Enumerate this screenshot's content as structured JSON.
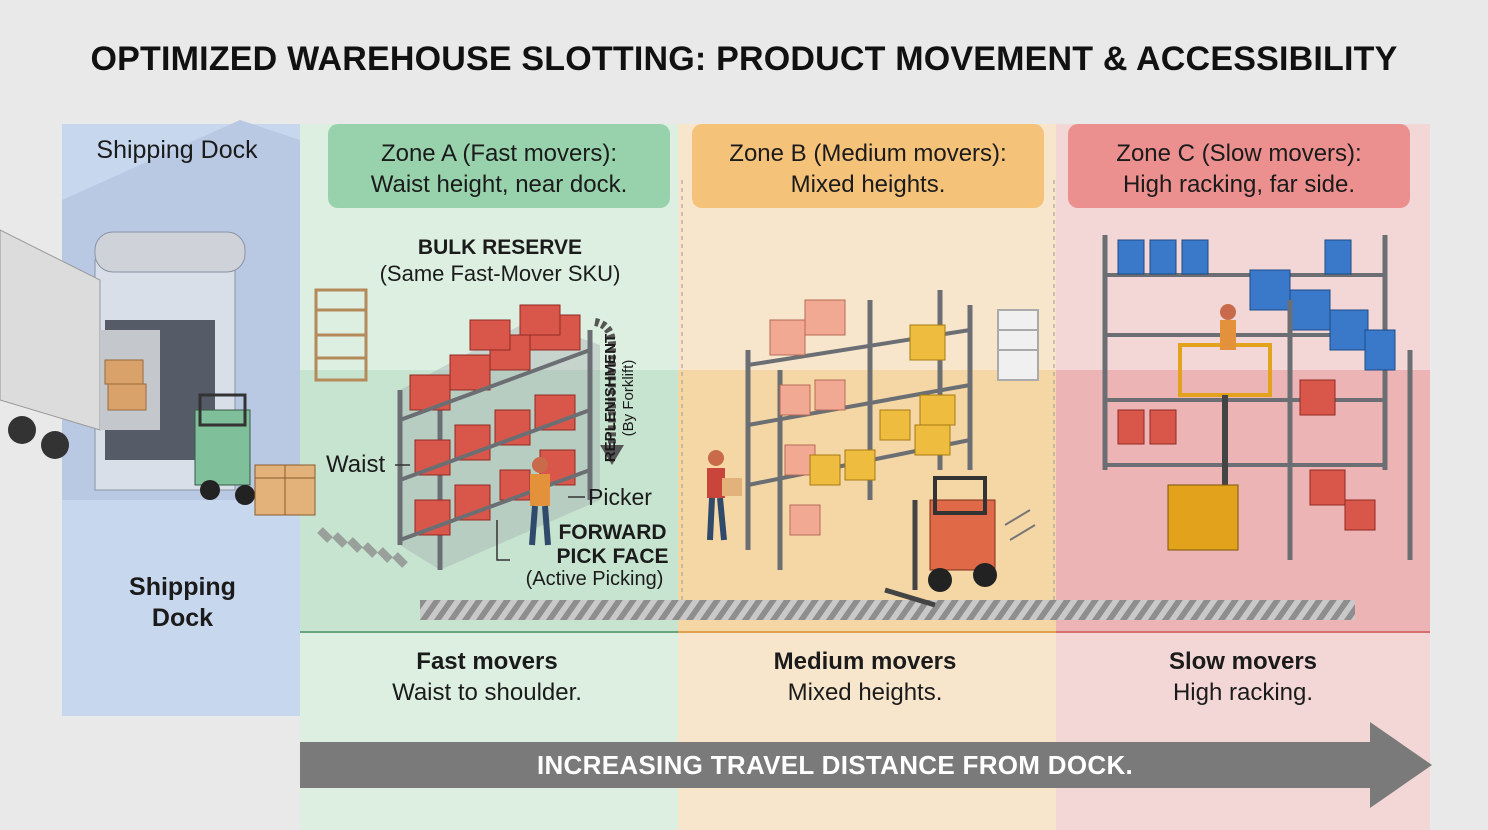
{
  "title": "OPTIMIZED WAREHOUSE SLOTTING: PRODUCT MOVEMENT & ACCESSIBILITY",
  "colors": {
    "dock": "#c7d7ee",
    "zone_a": "#d4ead9",
    "zone_a_header": "#98d2ad",
    "zone_b": "#f7e0c0",
    "zone_b_header": "#f5c27a",
    "zone_c": "#f1cdce",
    "zone_c_header": "#ec8f8f",
    "arrow": "#7a7a7a"
  },
  "dock": {
    "header": "Shipping Dock",
    "label_line1": "Shipping",
    "label_line2": "Dock"
  },
  "zones": [
    {
      "header_line1": "Zone A (Fast movers):",
      "header_line2": "Waist height, near dock.",
      "footer_title": "Fast movers",
      "footer_text": "Waist to shoulder."
    },
    {
      "header_line1": "Zone B (Medium movers):",
      "header_line2": "Mixed heights.",
      "footer_title": "Medium movers",
      "footer_text": "Mixed heights."
    },
    {
      "header_line1": "Zone C (Slow movers):",
      "header_line2": "High racking, far side.",
      "footer_title": "Slow movers",
      "footer_text": "High racking."
    }
  ],
  "annotations": {
    "bulk_reserve": "BULK RESERVE",
    "bulk_reserve_sub": "(Same Fast-Mover SKU)",
    "replenishment": "REPLENISHMENT",
    "replenishment_sub": "(By Forklift)",
    "waist": "Waist",
    "picker": "Picker",
    "forward_pick_face_1": "FORWARD",
    "forward_pick_face_2": "PICK FACE",
    "forward_pick_face_sub": "(Active Picking)"
  },
  "arrow_label": "INCREASING TRAVEL DISTANCE FROM DOCK."
}
